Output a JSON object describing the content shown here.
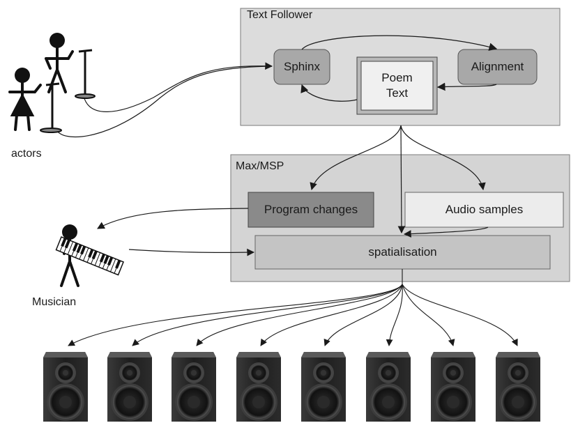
{
  "panels": {
    "text_follower": {
      "title": "Text Follower"
    },
    "maxmsp": {
      "title": "Max/MSP"
    }
  },
  "nodes": {
    "sphinx": "Sphinx",
    "alignment": "Alignment",
    "poem_text_line1": "Poem",
    "poem_text_line2": "Text",
    "program_changes": "Program changes",
    "audio_samples": "Audio samples",
    "spatialisation": "spatialisation"
  },
  "labels": {
    "actors": "actors",
    "musician": "Musician"
  },
  "icons": {
    "actor_figure": "stick-figure-icon",
    "microphone": "microphone-stand-icon",
    "musician_figure": "stick-figure-keyboard-icon",
    "speaker": "loudspeaker-icon"
  },
  "speaker_count": 8,
  "colors": {
    "panel_fill": "#dcdcdc",
    "sphinx_fill": "#a8a8a8",
    "program_changes_fill": "#8a8a8a",
    "audio_samples_fill": "#ececec",
    "spatialisation_fill": "#c4c4c4",
    "line": "#1a1a1a"
  }
}
